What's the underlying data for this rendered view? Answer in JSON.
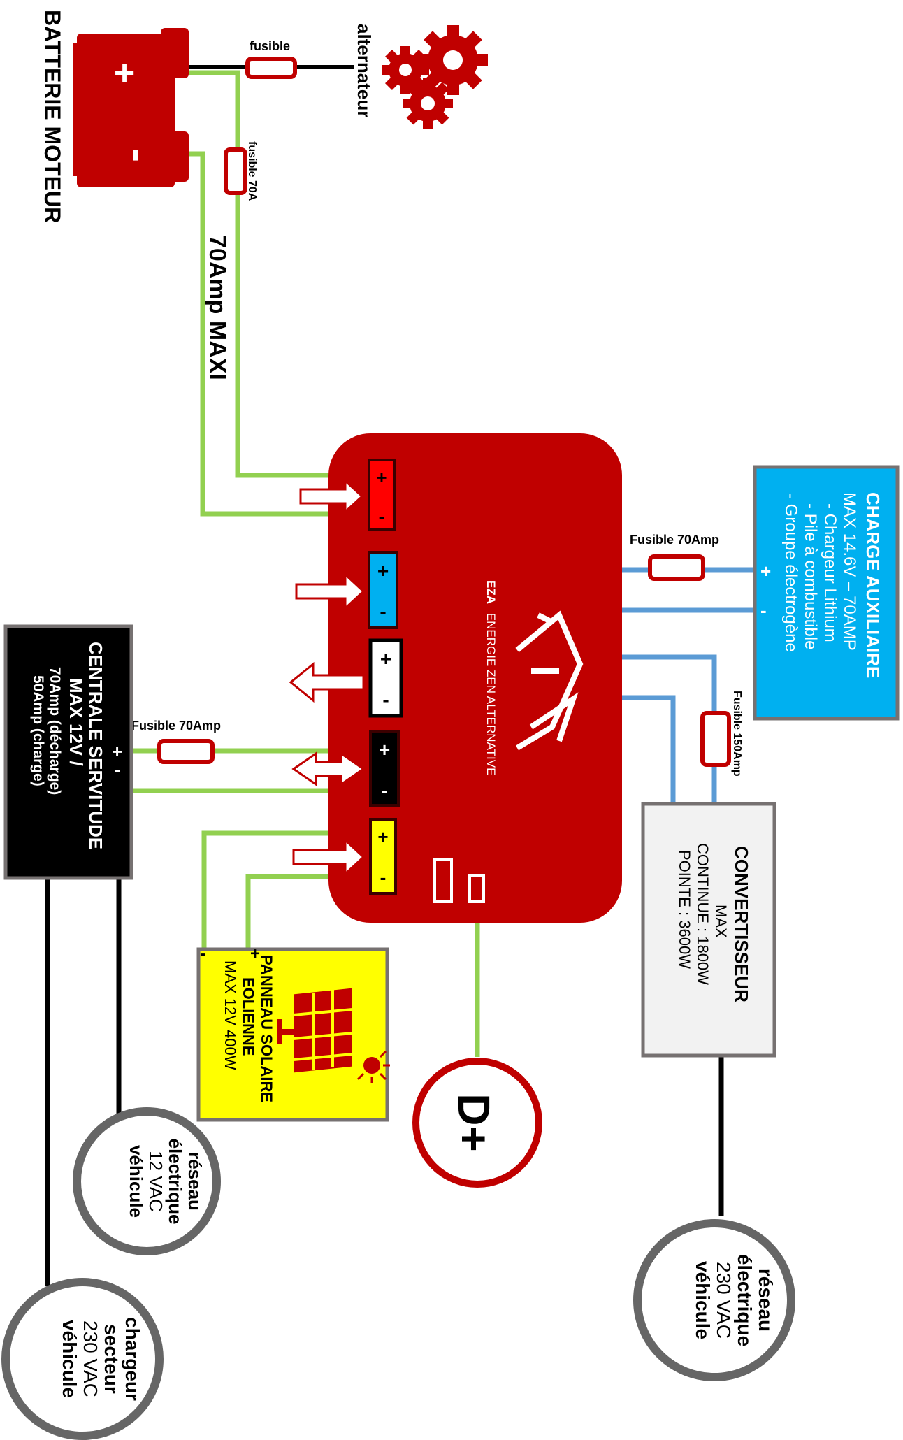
{
  "colors": {
    "red": "#c00000",
    "green": "#92d050",
    "blue": "#5b9bd5",
    "cyan": "#00b0f0",
    "yellow": "#ffff00",
    "black": "#000000",
    "grey_box": "#f2f2f2",
    "grey_border": "#767171",
    "circle_grey": "#666666"
  },
  "battery": {
    "title": "BATTERIE MOTEUR",
    "plus": "+",
    "minus": "-"
  },
  "alternator": {
    "label": "alternateur",
    "icon": "gears-icon"
  },
  "fuses": {
    "top": "fusible",
    "f70a": "fusible 70A",
    "aux": "Fusible 70Amp",
    "converter": "Fusible 150Amp",
    "service": "Fusible 70Amp"
  },
  "cable_label": "70Amp MAXI",
  "unit": {
    "brand_bold": "EZA",
    "brand_rest": "ENERGIE ZEN ALTERNATIVE",
    "plus": "+",
    "minus": "-"
  },
  "aux_charge": {
    "title": "CHARGE AUXILIAIRE",
    "lines": [
      "MAX 14.6V – 70AMP",
      "- Chargeur Lithium",
      "- Pile à combustible",
      "- Groupe électrogène"
    ],
    "plus": "+",
    "minus": "-"
  },
  "converter": {
    "title": "CONVERTISSEUR",
    "lines": [
      "MAX",
      "CONTINUE : 1800W",
      "POINTE : 3600W"
    ]
  },
  "service": {
    "title": "CENTRALE SERVITUDE",
    "line1": "MAX 12V /",
    "line2": "70Amp (décharge)",
    "line3": "50Amp (charge)",
    "plus": "+",
    "minus": "-"
  },
  "solar": {
    "title": "PANNEAU SOLAIRE",
    "line2": "EOLIENNE",
    "line3": "MAX 12V 400W",
    "icon": "solar-panel-icon",
    "plus": "+",
    "minus": "-"
  },
  "dplus": {
    "label": "D+"
  },
  "circles": {
    "net12": {
      "line1": "réseau",
      "line2": "électrique",
      "line3": "12 VAC",
      "line4": "véhicule"
    },
    "charger": {
      "line1": "chargeur",
      "line2": "secteur",
      "line3": "230 VAC",
      "line4": "véhicule"
    },
    "net230": {
      "line1": "réseau",
      "line2": "électrique",
      "line3": "230 VAC",
      "line4": "véhicule"
    }
  }
}
